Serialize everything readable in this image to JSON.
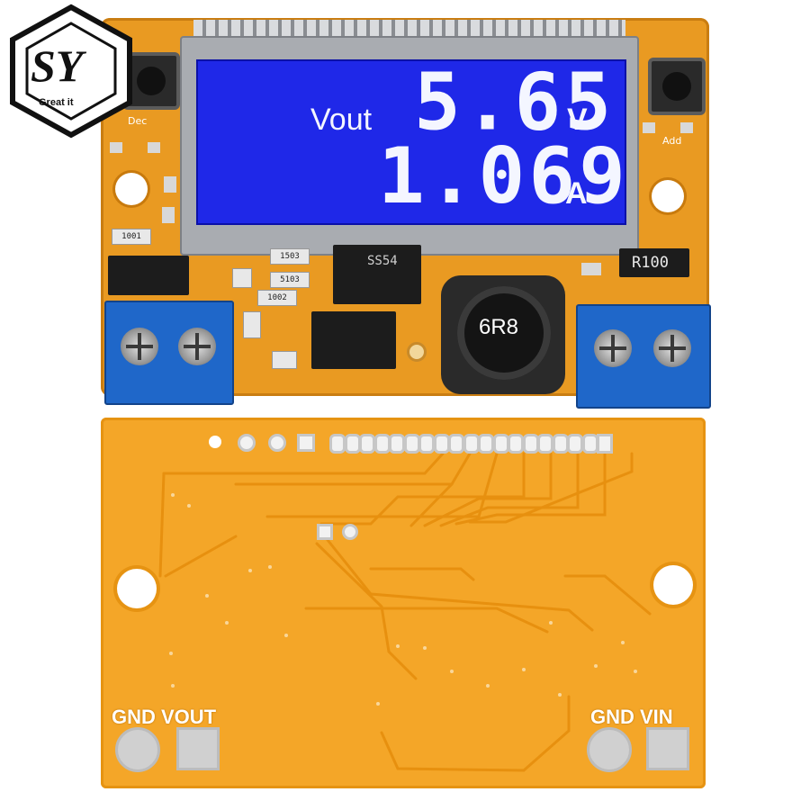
{
  "logo": {
    "letters": "SY",
    "subtitle": "Great it"
  },
  "lcd": {
    "voltage_label": "Vout",
    "voltage_value": "5.65",
    "voltage_unit": "V",
    "current_value": "1.069",
    "current_unit": "A"
  },
  "silkscreen": {
    "dec_label": "Dec",
    "add_label": "Add",
    "resistor_label": "R100",
    "inductor_label": "6R8",
    "diode_label": "SS54",
    "r1_label": "1001",
    "r2_label": "1503",
    "r3_label": "5103",
    "r4_label": "1002"
  },
  "bottom_board": {
    "left_label": "GND VOUT",
    "right_label": "GND VIN"
  },
  "colors": {
    "pcb_orange": "#e99a22",
    "lcd_blue": "#1f28e8",
    "terminal_blue": "#1f67c9"
  }
}
